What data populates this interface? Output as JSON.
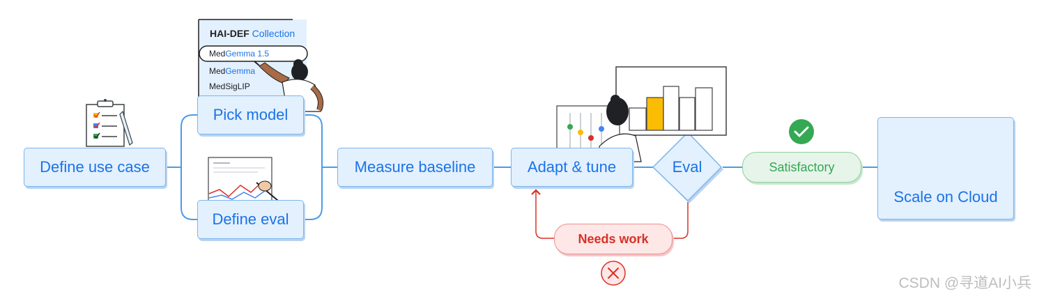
{
  "nodes": {
    "define_use_case": "Define use case",
    "pick_model": "Pick model",
    "define_eval": "Define eval",
    "measure_baseline": "Measure baseline",
    "adapt_tune": "Adapt & tune",
    "eval": "Eval",
    "satisfactory": "Satisfactory",
    "needs_work": "Needs work",
    "scale_on_cloud": "Scale on Cloud"
  },
  "collection": {
    "title_main": "HAI-DEF",
    "title_accent": "Collection",
    "items": [
      {
        "prefix": "Med",
        "accent": "Gemma 1.5"
      },
      {
        "prefix": "Med",
        "accent": "Gemma"
      },
      {
        "prefix": "MedSigLIP",
        "accent": ""
      }
    ]
  },
  "colors": {
    "box_fill": "#e3f0fd",
    "box_stroke": "#7ab6ee",
    "connector": "#4a9be8",
    "text_blue": "#1a73e8",
    "green": "#34a853",
    "red": "#d93025",
    "bar_highlight": "#fbbc04"
  },
  "icons": [
    "checklist-clipboard-icon",
    "person-pointing-illustration",
    "chart-sketch-illustration",
    "person-at-chart-illustration",
    "check-circle-icon",
    "x-circle-icon",
    "google-cloud-logo"
  ],
  "watermark": "CSDN @寻道AI小兵"
}
